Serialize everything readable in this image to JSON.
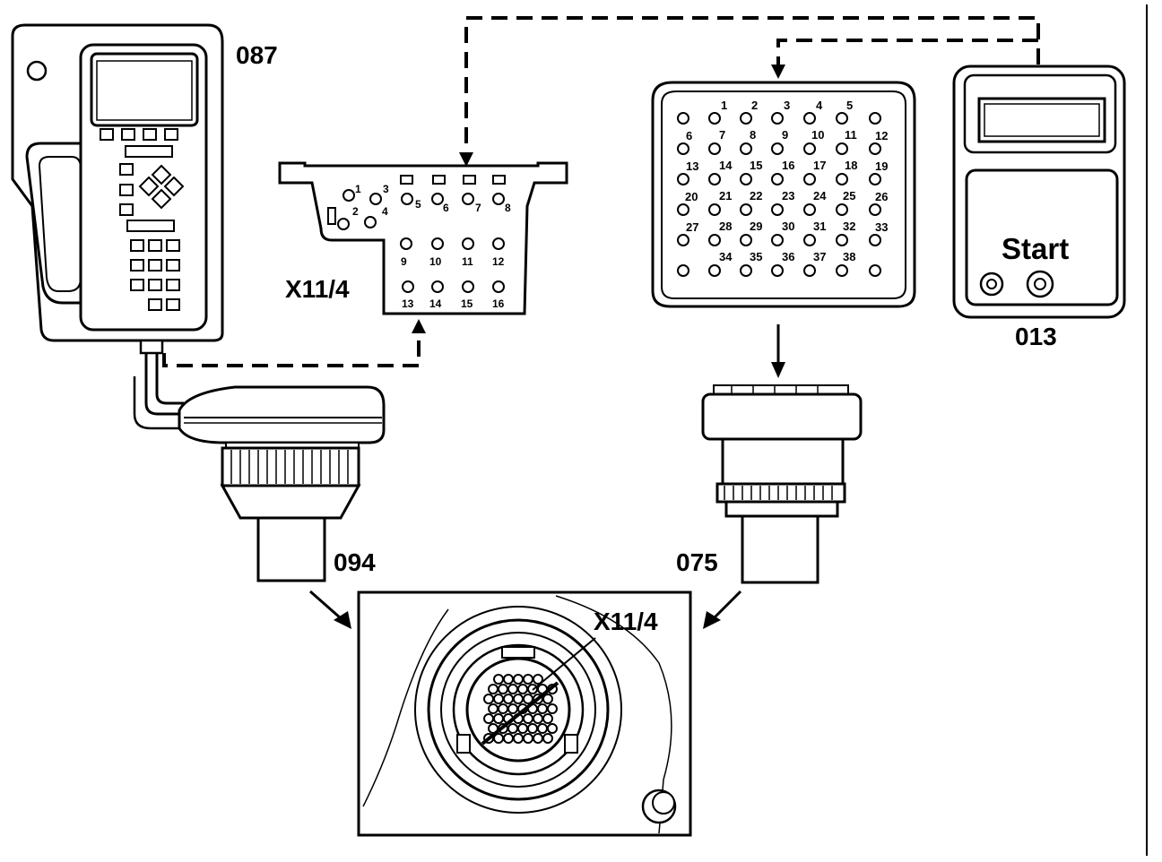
{
  "labels": {
    "tester_087": "087",
    "module_013": "013",
    "socket_x11_4": "X11/4",
    "adapter_094": "094",
    "adapter_075": "075",
    "detail_x11_4": "X11/4",
    "start": "Start"
  },
  "socket_x11_4_pins": [
    "1",
    "2",
    "3",
    "4",
    "5",
    "6",
    "7",
    "8",
    "9",
    "10",
    "11",
    "12",
    "13",
    "14",
    "15",
    "16"
  ],
  "box_075_pins": [
    "1",
    "2",
    "3",
    "4",
    "5",
    "6",
    "7",
    "8",
    "9",
    "10",
    "11",
    "12",
    "13",
    "14",
    "15",
    "16",
    "17",
    "18",
    "19",
    "20",
    "21",
    "22",
    "23",
    "24",
    "25",
    "26",
    "27",
    "28",
    "29",
    "30",
    "31",
    "32",
    "33",
    "34",
    "35",
    "36",
    "37",
    "38"
  ],
  "colors": {
    "ink": "#000000",
    "paper": "#ffffff"
  }
}
